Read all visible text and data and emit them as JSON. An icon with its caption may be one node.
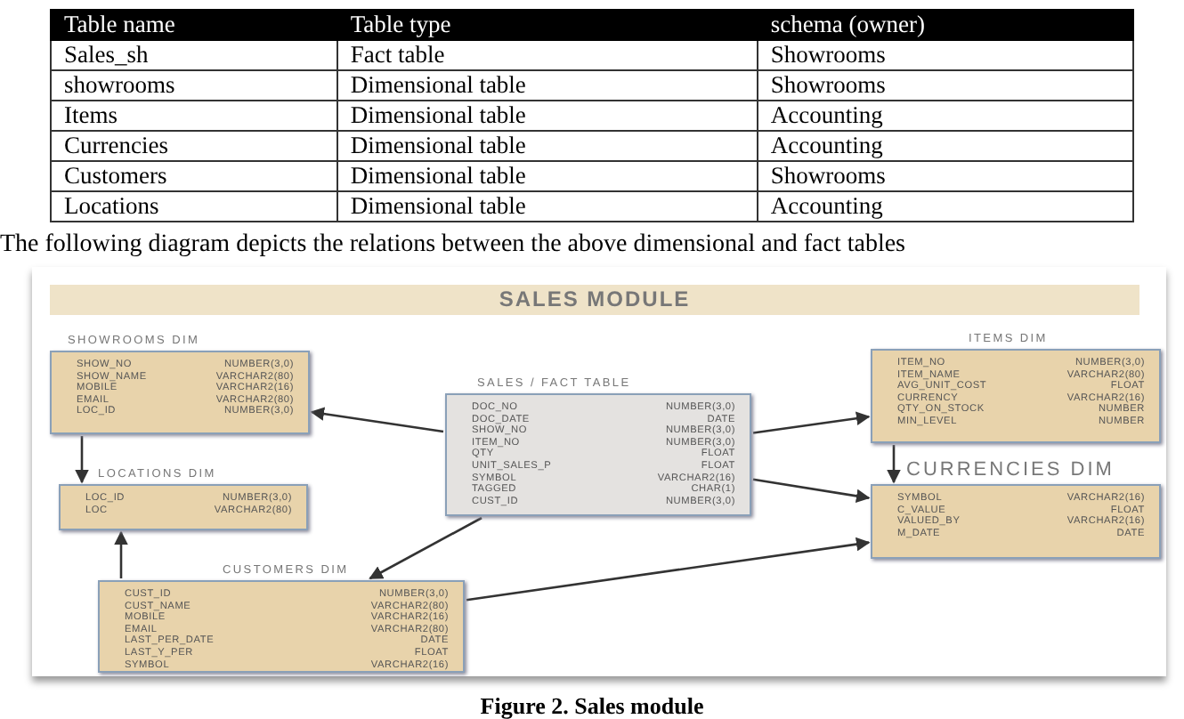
{
  "diagram": {
    "caption": "Figure 2. Sales module",
    "nodes": [
      {
        "text": [
          "SALES MODULE"
        ]
      },
      {
        "text": [
          "SHOWROOMS DIM",
          "SHOW_NO",
          "NUMBER(3,0)",
          "SHOW_NAME",
          "VARCHAR2(80)",
          "MOBILE",
          "VARCHAR2(16)",
          "EMAIL",
          "VARCHAR2(80)",
          "LOC_ID",
          "NUMBER(3,0)"
        ],
        "in": 0
      },
      {
        "text": [
          "SALES / FACT TABLE",
          "DOC_NO",
          "NUMBER(3,0)",
          "DOC_DATE",
          "DATE",
          "SHOW_NO",
          "NUMBER(3,0)",
          "ITEM_NO",
          "NUMBER(3,0)",
          "QTY",
          "FLOAT",
          "UNIT_SALES_P",
          "FLOAT",
          "SYMBOL",
          "VARCHAR2(16)",
          "TAGGED",
          "CHAR(1)",
          "CUST_ID",
          "NUMBER(3,0)"
        ],
        "in": 0
      },
      {
        "text": [
          "ITEMS DIM",
          "ITEM_NO",
          "NUMBER(3,0)",
          "ITEM_NAME",
          "VARCHAR2(80)",
          "AVG_UNIT_COST",
          "FLOAT",
          "CURRENCY",
          "VARCHAR2(16)",
          "QTY_ON_STOCK",
          "NUMBER",
          "MIN_LEVEL",
          "NUMBER"
        ],
        "in": 0
      },
      {
        "text": [
          "LOCATIONS DIM",
          "LOC_ID",
          "NUMBER(3,0)",
          "LOC",
          "VARCHAR2(80)"
        ],
        "in": 0
      },
      {
        "text": [
          "CURRENCIES DIM",
          "SYMBOL",
          "VARCHAR2(16)",
          "C_VALUE",
          "FLOAT",
          "VALUED_BY",
          "VARCHAR2(16)",
          "M_DATE",
          "DATE"
        ],
        "in": 0
      },
      {
        "text": [
          "CUSTOMERS DIM",
          "CUST_ID",
          "NUMBER(3,0)",
          "CUST_NAME",
          "VARCHAR2(80)",
          "MOBILE",
          "VARCHAR2(16)",
          "EMAIL",
          "VARCHAR2(80)",
          "LAST_PER_DATE",
          "DATE",
          "LAST_Y_PER",
          "FLOAT",
          "SYMBOL",
          "VARCHAR2(16)"
        ],
        "in": 0
      }
    ],
    "edges": [
      {
        "from": 2,
        "to": 1,
        "arrow": "to"
      },
      {
        "from": 2,
        "to": 3,
        "arrow": "to"
      },
      {
        "from": 2,
        "to": 5,
        "arrow": "to"
      },
      {
        "from": 2,
        "to": 6,
        "arrow": "to"
      },
      {
        "from": 1,
        "to": 4,
        "arrow": "to"
      },
      {
        "from": 6,
        "to": 4,
        "arrow": "to"
      },
      {
        "from": 3,
        "to": 5,
        "arrow": "to"
      },
      {
        "from": 6,
        "to": 5,
        "arrow": "to"
      }
    ],
    "labels": [
      "Table name",
      "Table type",
      "schema (owner)",
      "Sales_sh",
      "Fact table",
      "Showrooms",
      "showrooms",
      "Dimensional table",
      "Showrooms",
      "Items",
      "Dimensional table",
      "Accounting",
      "Currencies",
      "Dimensional table",
      "Accounting",
      "Customers",
      "Dimensional table",
      "Showrooms",
      "Locations",
      "Dimensional table",
      "Accounting",
      "The following diagram depicts the relations between the above dimensional and fact tables"
    ]
  }
}
